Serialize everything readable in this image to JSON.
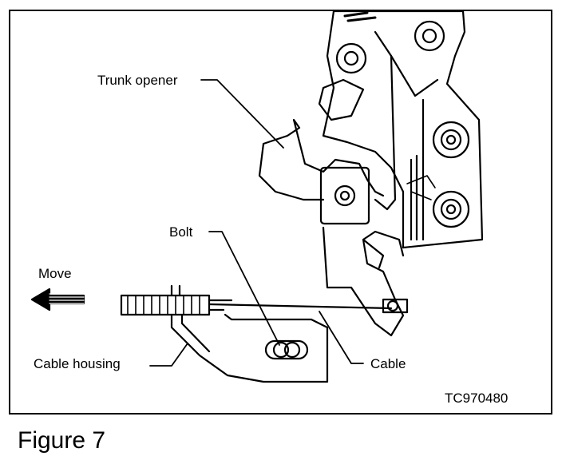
{
  "labels": {
    "trunk_opener": "Trunk opener",
    "bolt": "Bolt",
    "move": "Move",
    "cable_housing": "Cable housing",
    "cable": "Cable",
    "figure_code": "TC970480"
  },
  "caption": "Figure 7"
}
